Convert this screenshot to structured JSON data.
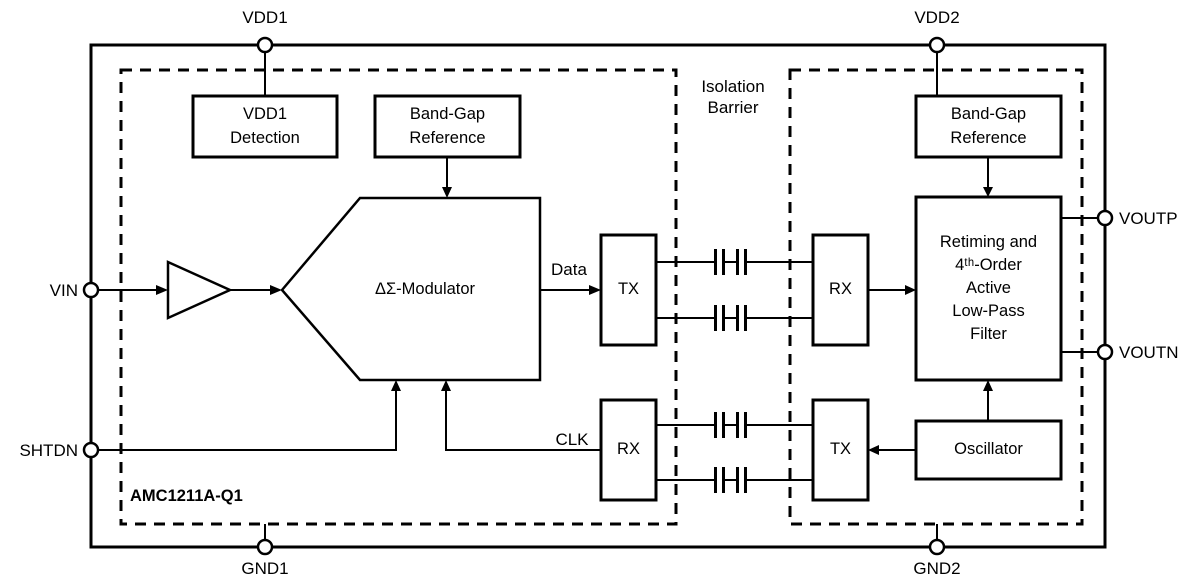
{
  "diagram": {
    "device": "AMC1211A-Q1",
    "isolation_barrier": "Isolation\nBarrier",
    "pins": {
      "vdd1": "VDD1",
      "vdd2": "VDD2",
      "gnd1": "GND1",
      "gnd2": "GND2",
      "vin": "VIN",
      "shtdn": "SHTDN",
      "voutp": "VOUTP",
      "voutn": "VOUTN"
    },
    "blocks": {
      "vdd1_detection": "VDD1\nDetection",
      "bandgap_left": "Band-Gap\nReference",
      "modulator": "ΔΣ-Modulator",
      "tx_top": "TX",
      "rx_top": "RX",
      "rx_bottom": "RX",
      "tx_bottom": "TX",
      "bandgap_right": "Band-Gap\nReference",
      "filter": "Retiming and\n4ᵗʰ-Order\nActive\nLow-Pass\nFilter",
      "oscillator": "Oscillator"
    },
    "signals": {
      "data": "Data",
      "clk": "CLK"
    },
    "colors": {
      "line": "#000000",
      "background": "#ffffff"
    }
  }
}
